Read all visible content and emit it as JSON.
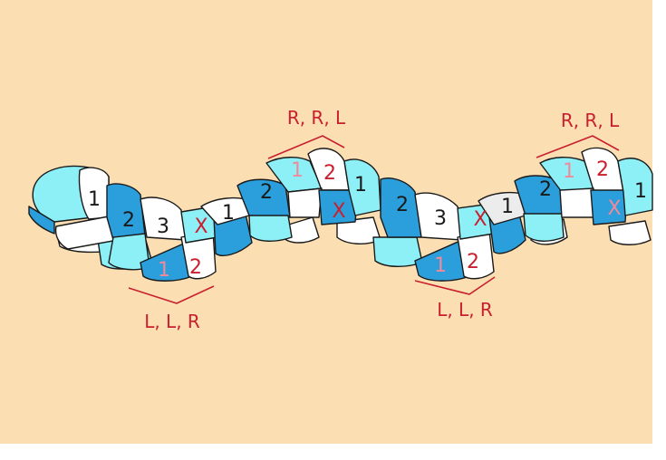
{
  "colors": {
    "background": "#fbdfb3",
    "page": "#ffffff",
    "dark_blue": "#2b9fdb",
    "light_blue": "#8ef0f7",
    "white": "#ffffff",
    "light_gray": "#ececec",
    "outline": "#1a1a1a",
    "red": "#c8202e",
    "pink": "#f08a9a"
  },
  "labels": {
    "group_1": "L, L, R",
    "group_2": "R, R, L",
    "group_3": "L, L, R",
    "group_4": "R, R, L"
  },
  "strand_marks": {
    "m1": "1",
    "m2": "2",
    "m3": "3",
    "m4": "X",
    "m5": "1",
    "m6": "2",
    "m7": "1",
    "m8": "2",
    "m9": "1",
    "m10": "2",
    "m11": "X",
    "m12": "1",
    "m13": "2",
    "m14": "3",
    "m15": "X",
    "m16": "1",
    "m17": "2",
    "m18": "1",
    "m19": "2",
    "m20": "1",
    "m21": "2",
    "m22": "X",
    "m23": "1"
  }
}
